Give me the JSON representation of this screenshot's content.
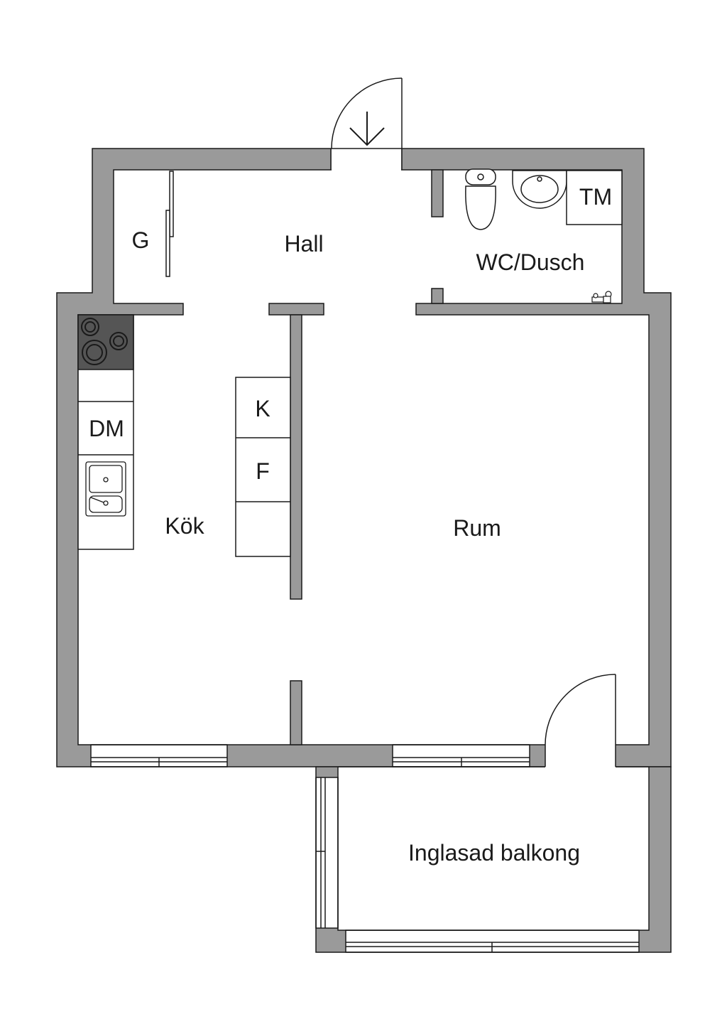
{
  "colors": {
    "wall": "#9a9a9a",
    "line": "#1a1a1a",
    "stove": "#555555",
    "background": "#ffffff"
  },
  "rooms": {
    "hall": "Hall",
    "wc": "WC/Dusch",
    "kitchen": "Kök",
    "living": "Rum",
    "balcony": "Inglasad balkong"
  },
  "fixtures": {
    "wardrobe": "G",
    "washer": "TM",
    "dishwasher": "DM",
    "freezer": "K",
    "fridge": "F"
  },
  "icons": [
    "door-swing-icon",
    "entrance-arrow-icon",
    "toilet-icon",
    "washbasin-icon",
    "stove-icon",
    "sink-icon",
    "window-icon",
    "shower-mixer-icon"
  ]
}
